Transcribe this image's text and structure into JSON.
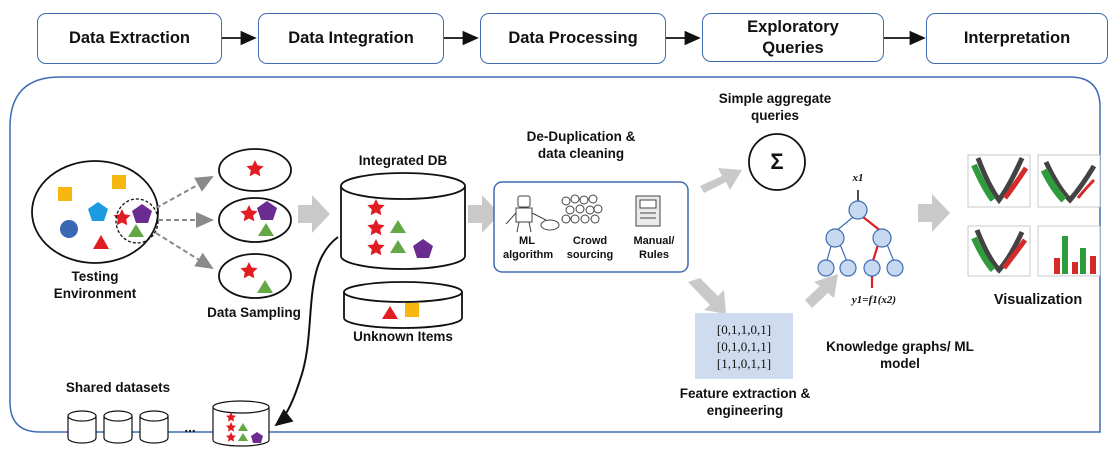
{
  "stages": [
    "Data Extraction",
    "Data Integration",
    "Data Processing",
    "Exploratory Queries",
    "Interpretation"
  ],
  "labels": {
    "testing_env": "Testing Environment",
    "data_sampling": "Data Sampling",
    "integrated_db": "Integrated DB",
    "unknown_items": "Unknown Items",
    "dedup": "De-Duplication & data cleaning",
    "ml_algo": "ML algorithm",
    "crowd": "Crowd sourcing",
    "manual": "Manual/ Rules",
    "simple_agg": "Simple aggregate queries",
    "sigma": "Σ",
    "feature": "Feature extraction & engineering",
    "kg": "Knowledge graphs/ ML model",
    "visualization": "Visualization",
    "shared": "Shared datasets",
    "ellipsis": "...",
    "x1": "x1",
    "y1": "y1=f1(x2)"
  },
  "feature_vectors": [
    "[0,1,1,0,1]",
    "[0,1,0,1,1]",
    "[1,1,0,1,1]"
  ],
  "colors": {
    "border": "#3e6bb1",
    "red": "#e21c23",
    "green": "#63a844",
    "yellow": "#f7b710",
    "purple": "#6b2c91",
    "blue": "#3b68b4",
    "cyan": "#1d9be0",
    "gray_arrow": "#c9c9c9",
    "node": "#c6d9f0",
    "shared_bg": "#fce8a9",
    "feature_bg": "#cfdcef"
  }
}
